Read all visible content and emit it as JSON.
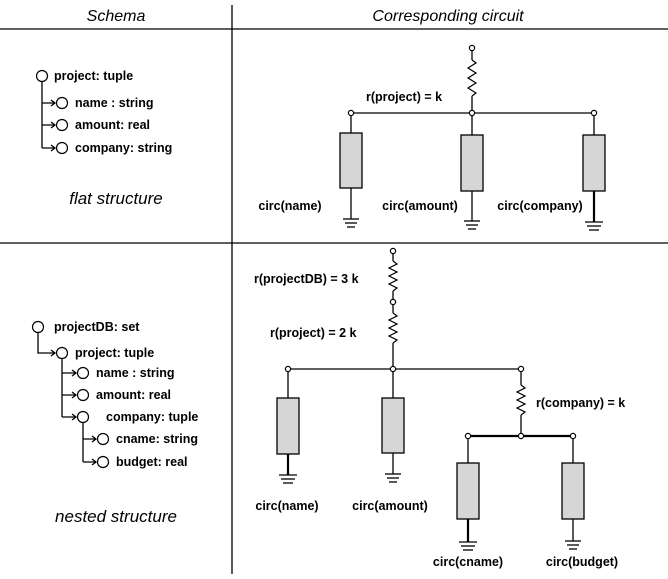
{
  "headers": {
    "schema": "Schema",
    "circuit": "Corresponding circuit"
  },
  "flat": {
    "caption": "flat structure",
    "schema": {
      "root": "project: tuple",
      "children": [
        "name : string",
        "amount: real",
        "company: string"
      ]
    },
    "circuit": {
      "resistor_label": "r(project) = k",
      "components": [
        "circ(name)",
        "circ(amount)",
        "circ(company)"
      ]
    }
  },
  "nested": {
    "caption": "nested structure",
    "schema": {
      "root": "projectDB: set",
      "level1": "project: tuple",
      "level2": [
        "name : string",
        "amount: real",
        "company: tuple"
      ],
      "level3": [
        "cname: string",
        "budget: real"
      ]
    },
    "circuit": {
      "resistor_labels": [
        "r(projectDB) = 3 k",
        "r(project) = 2 k",
        "r(company) = k"
      ],
      "components": [
        "circ(name)",
        "circ(amount)",
        "circ(cname)",
        "circ(budget)"
      ]
    }
  }
}
